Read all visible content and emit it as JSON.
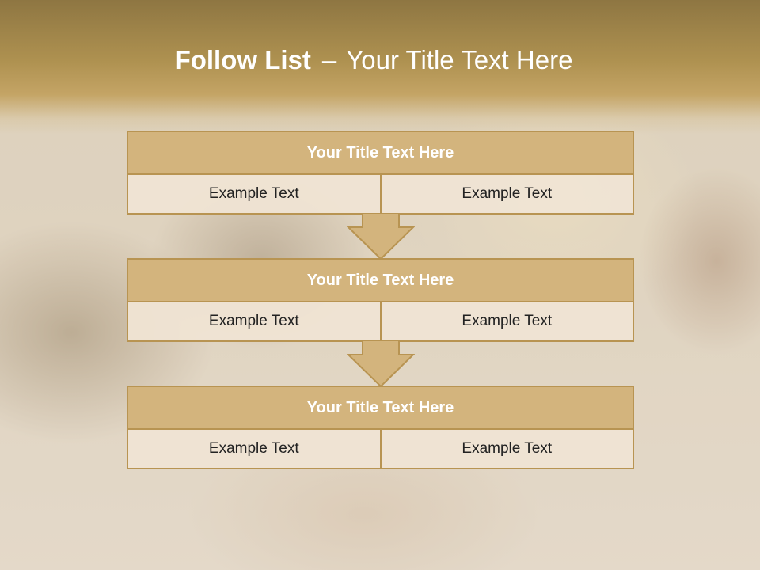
{
  "slide": {
    "title_bold": "Follow List",
    "title_sep": "–",
    "title_rest": "Your Title Text Here"
  },
  "blocks": [
    {
      "title": "Your Title Text Here",
      "cells": [
        "Example Text",
        "Example Text"
      ]
    },
    {
      "title": "Your Title Text Here",
      "cells": [
        "Example Text",
        "Example Text"
      ]
    },
    {
      "title": "Your Title Text Here",
      "cells": [
        "Example Text",
        "Example Text"
      ]
    }
  ],
  "colors": {
    "header_band": "#ae9150",
    "block_title_fill": "#d3b47d",
    "block_border": "#b89452",
    "cell_fill": "#f0e4d4",
    "arrow_fill": "#d3b47d"
  }
}
